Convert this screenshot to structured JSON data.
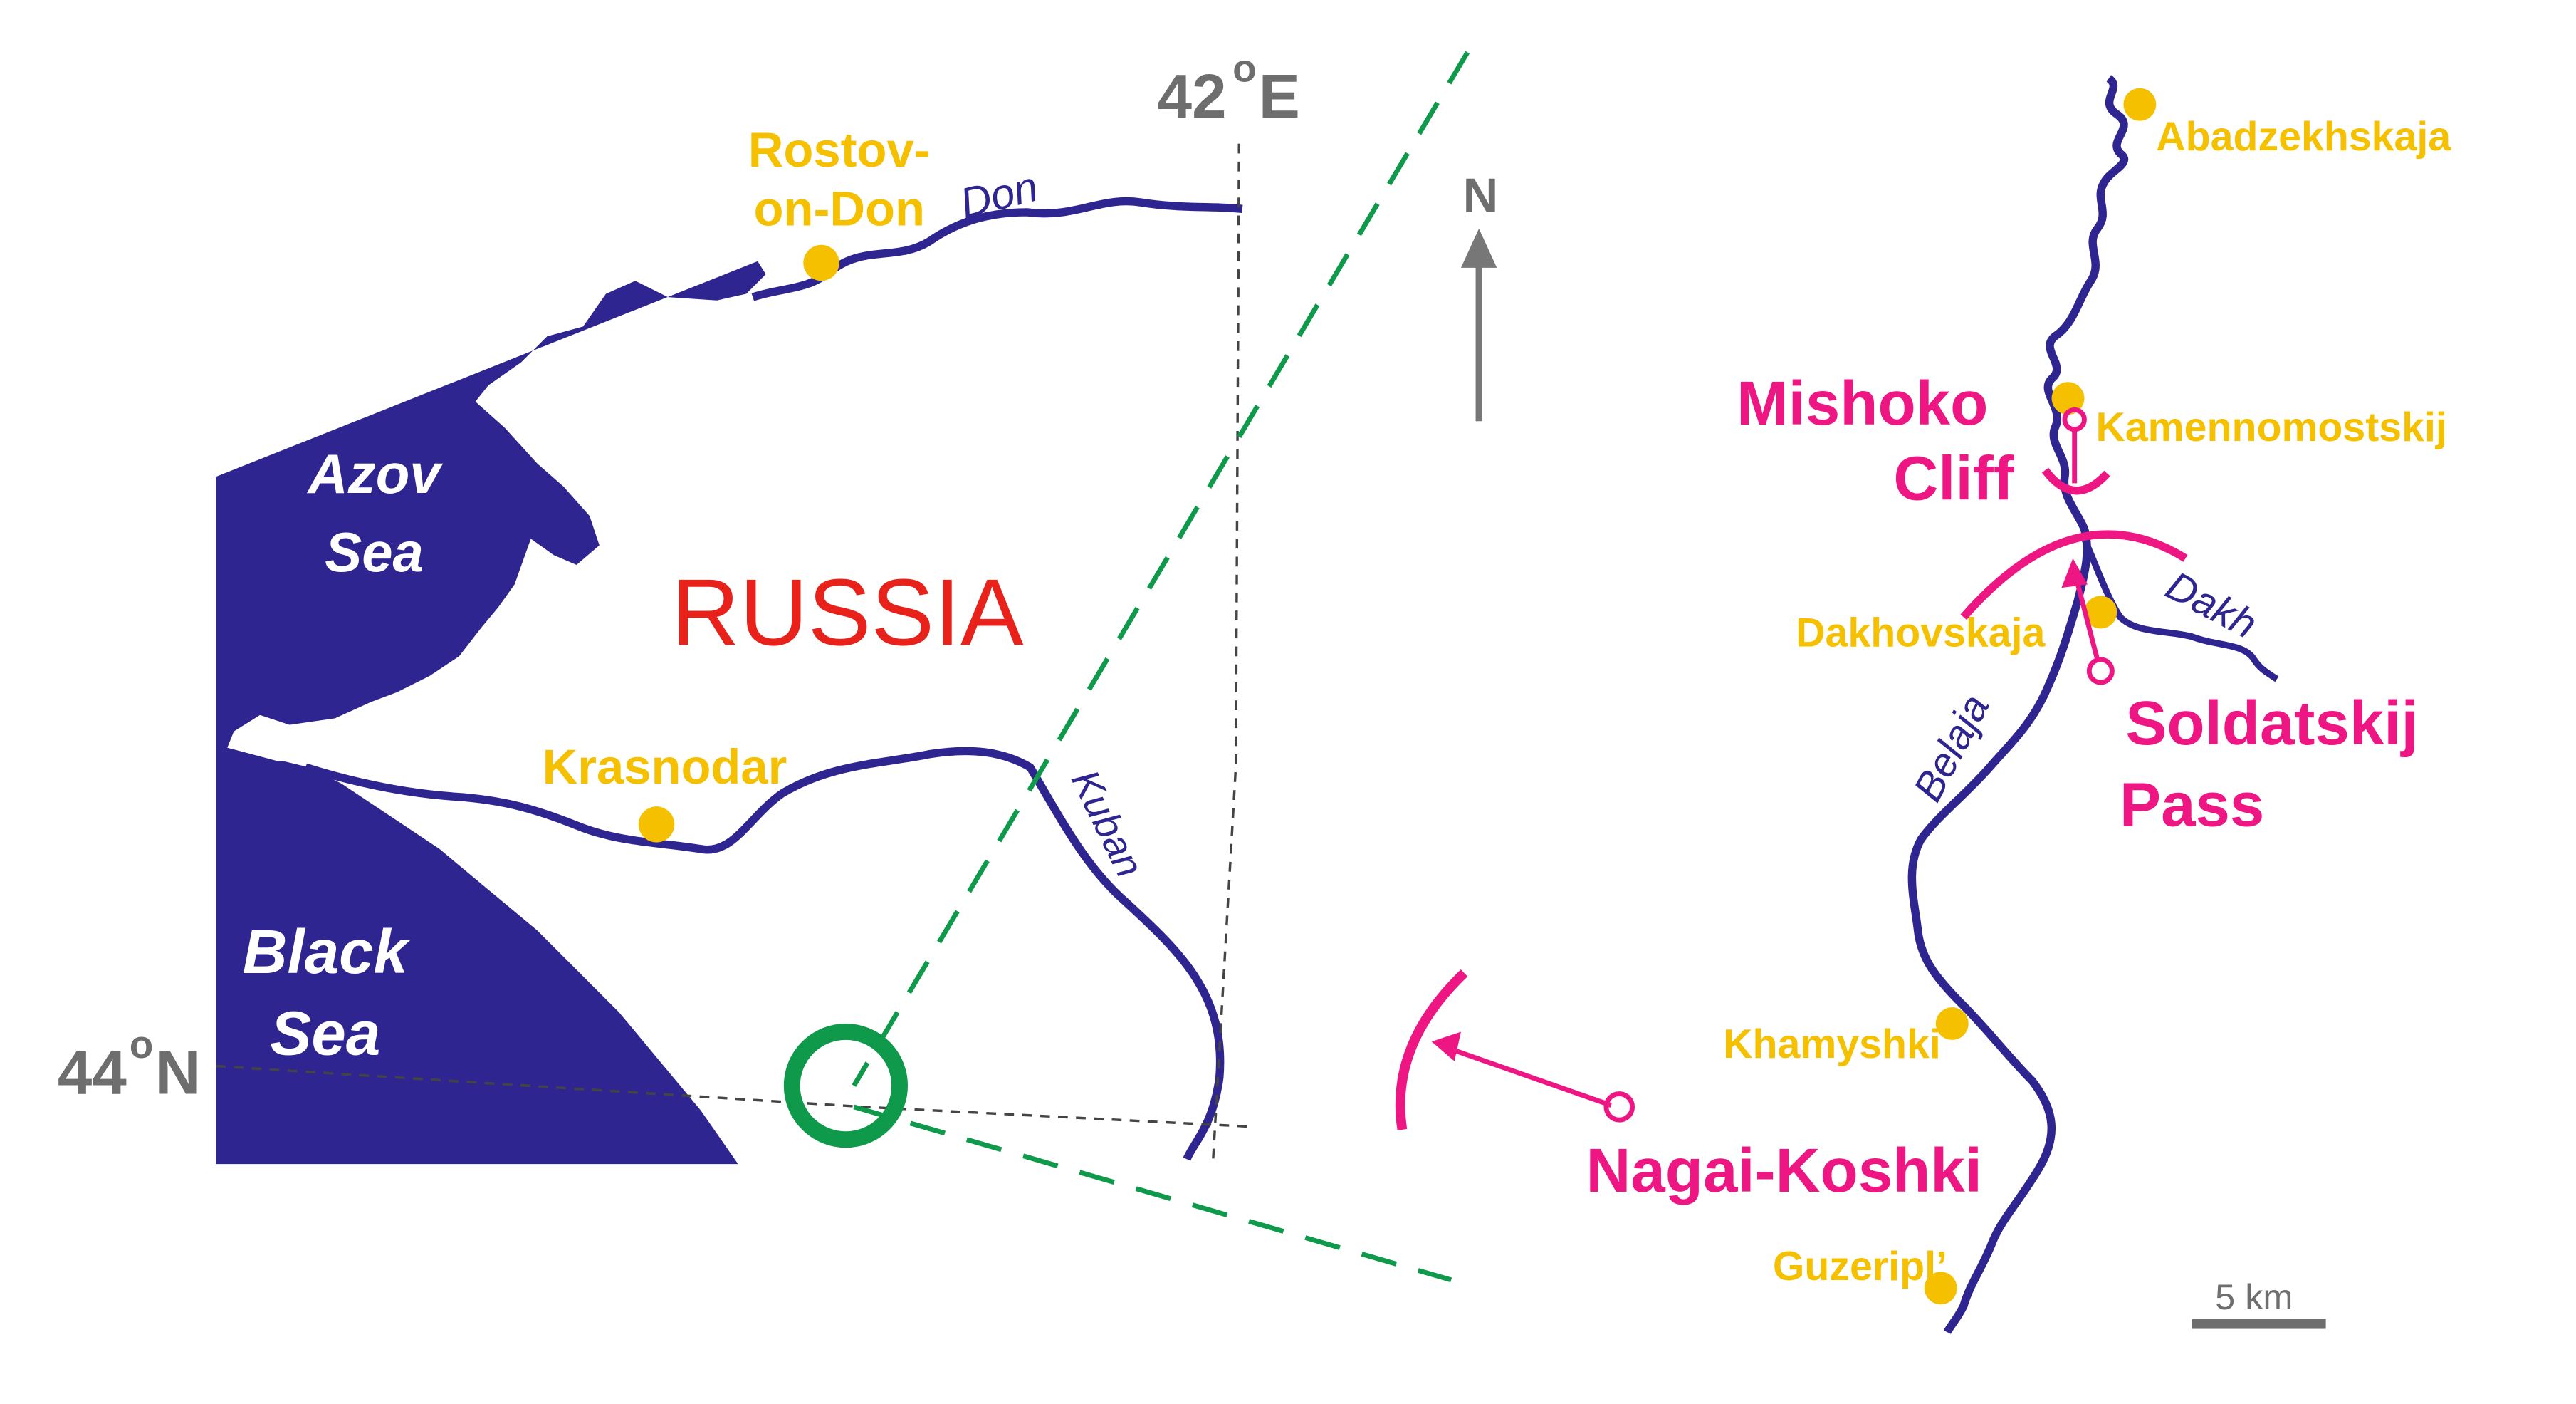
{
  "colors": {
    "water": "#2e2590",
    "city": "#f5c000",
    "site": "#ee1683",
    "country": "#e8221b",
    "locator": "#0e9a4a",
    "coord": "#6e6e6e",
    "arrow": "#777777"
  },
  "overview": {
    "country_label": "RUSSIA",
    "seas": {
      "azov_line1": "Azov",
      "azov_line2": "Sea",
      "black_line1": "Black",
      "black_line2": "Sea"
    },
    "rivers": {
      "don": "Don",
      "kuban": "Kuban"
    },
    "cities": {
      "rostov_line1": "Rostov-",
      "rostov_line2": "on-Don",
      "krasnodar": "Krasnodar"
    },
    "coordinates": {
      "lon_value": "42",
      "lon_degree": "o",
      "lon_dir": "E",
      "lat_value": "44",
      "lat_degree": "o",
      "lat_dir": "N"
    }
  },
  "compass": {
    "label": "N"
  },
  "detail": {
    "rivers": {
      "belaja": "Belaja",
      "dakh": "Dakh"
    },
    "settlements": {
      "abadzekhskaja": "Abadzekhskaja",
      "kamennomostskij": "Kamennomostskij",
      "dakhovskaja": "Dakhovskaja",
      "khamyshki": "Khamyshki",
      "guzeripl": "Guzeripl’"
    },
    "sites": {
      "mishoko_line1": "Mishoko",
      "mishoko_line2": "Cliff",
      "soldatskij_line1": "Soldatskij",
      "soldatskij_line2": "Pass",
      "nagai": "Nagai-Koshki"
    },
    "scale_label": "5 km"
  }
}
